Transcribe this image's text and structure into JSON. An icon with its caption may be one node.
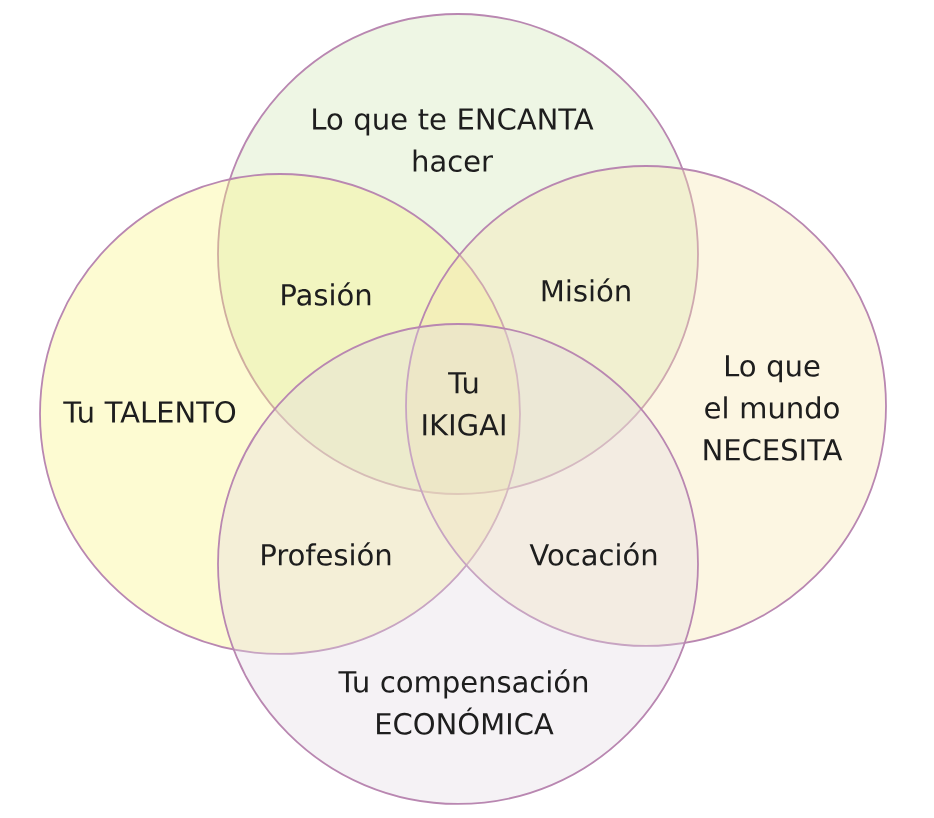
{
  "diagram": {
    "nodes": [
      {
        "text": [
          "Lo que te ENCANTA hacer"
        ]
      },
      {
        "text": [
          "Tu TALENTO"
        ]
      },
      {
        "text": [
          "Lo que el mundo NECESITA"
        ]
      },
      {
        "text": [
          "Tu compensación ECONÓMICA"
        ]
      }
    ],
    "labels": [
      "Pasión",
      "Misión",
      "Tu IKIGAI",
      "Profesión",
      "Vocación"
    ]
  }
}
